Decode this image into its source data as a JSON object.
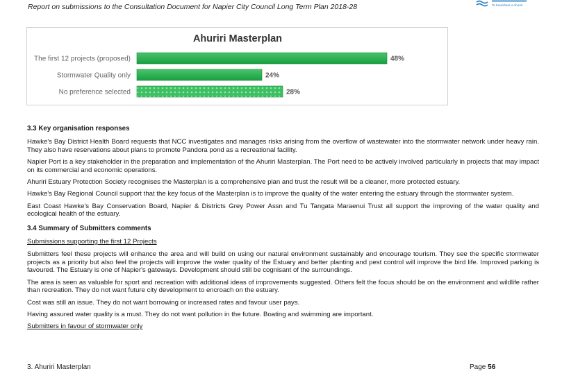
{
  "header": {
    "title": "Report on submissions to the Consultation Document for Napier City Council Long Term Plan 2018-28",
    "logo_caption": "Te Kaunihera o Ahuriri"
  },
  "colors": {
    "bar_green": "#1fae4a",
    "bar_pattern_bg": "#3cc061",
    "bar_pattern_dot": "#9fe0b0",
    "label_gray": "#666666"
  },
  "chart_data": {
    "type": "bar",
    "orientation": "horizontal",
    "title": "Ahuriri Masterplan",
    "categories": [
      "The first 12 projects (proposed)",
      "Stormwater Quality only",
      "No preference selected"
    ],
    "values": [
      48,
      24,
      28
    ],
    "value_labels": [
      "48%",
      "24%",
      "28%"
    ],
    "unit": "%",
    "xlim": [
      0,
      56
    ],
    "grid": false,
    "legend": "none"
  },
  "sections": {
    "s33": {
      "heading": "3.3  Key organisation responses",
      "paragraphs": [
        "Hawke's Bay District Health Board requests that NCC investigates and manages risks arising from the overflow of wastewater into the stormwater network under heavy rain. They also have reservations about plans to promote Pandora pond as a recreational facility.",
        "Napier Port is a key stakeholder in the preparation and implementation of the Ahuriri Masterplan. The Port need to be actively involved particularly in projects that may impact on its commercial and economic operations.",
        "Ahuriri Estuary Protection Society recognises the Masterplan is a comprehensive plan and trust the result will be a cleaner, more protected estuary.",
        "Hawke's Bay Regional Council support that the key focus of the Masterplan is to improve the quality of the water entering the estuary through the stormwater system.",
        "East Coast Hawke's Bay Conservation Board, Napier & Districts Grey Power Assn and Tu Tangata Maraenui Trust all support the improving of the water quality and ecological health of the estuary."
      ]
    },
    "s34": {
      "heading": "3.4  Summary of Submitters comments",
      "subheading1": "Submissions supporting the first 12 Projects",
      "paragraphs": [
        "Submitters feel these projects will enhance the area and will build on using our natural environment sustainably and encourage tourism. They see the specific stormwater projects as a priority but also feel the projects will improve the water quality of the Estuary and better planting and pest control will improve the bird life. Improved parking is favoured. The Estuary is one of Napier's gateways. Development should still be cognisant of the surroundings.",
        "The area is seen as valuable for sport and recreation with additional ideas of improvements suggested. Others felt the focus should be on the environment and wildlife rather than recreation. They do not want future city development to encroach on the estuary.",
        "Cost was still an issue. They do not want borrowing or increased rates and favour user pays.",
        "Having assured water quality is a must. They do not want pollution in the future. Boating and swimming are important."
      ],
      "subheading2": "Submitters in favour of stormwater only"
    }
  },
  "footer": {
    "section": "3.  Ahuriri Masterplan",
    "page_label": "Page",
    "page_number": "56"
  }
}
